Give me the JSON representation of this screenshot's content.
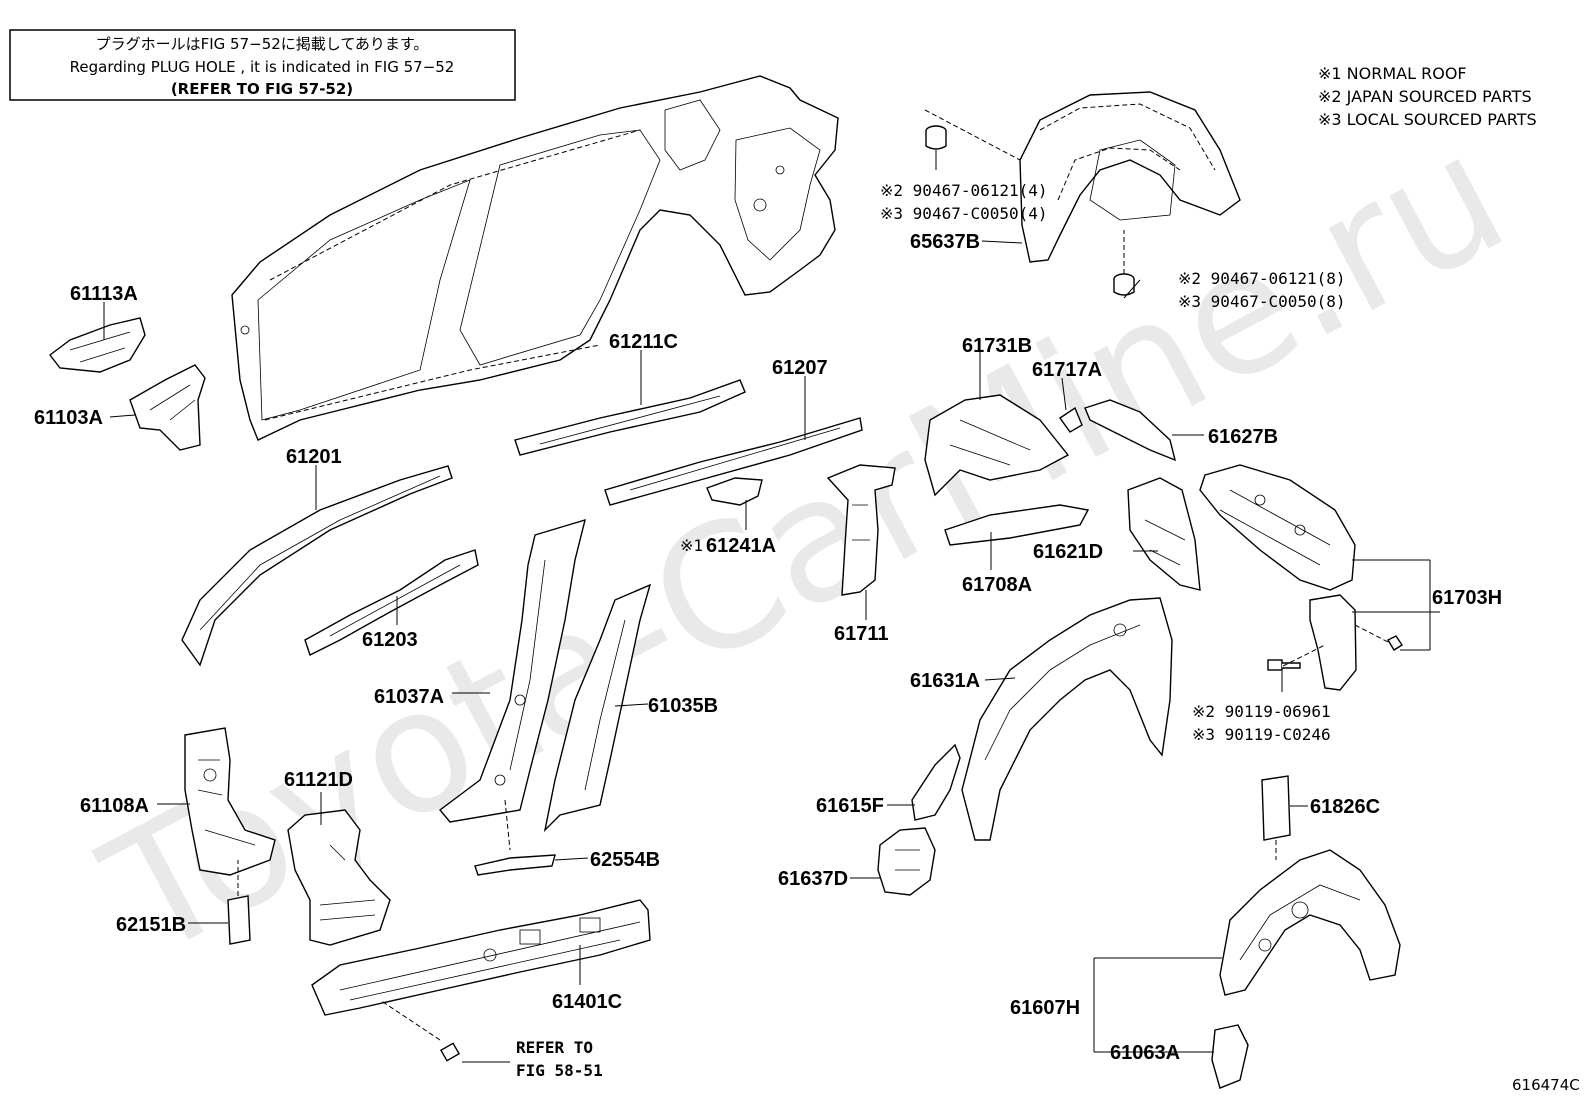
{
  "watermark": "Toyota-CarMine.ru",
  "note_box": {
    "line1": "プラグホールはFIG 57−52に掲載してあります。",
    "line2": "Regarding PLUG HOLE , it is indicated in FIG 57−52",
    "line3": "(REFER TO FIG 57-52)"
  },
  "legend": [
    "※1 NORMAL ROOF",
    "※2 JAPAN SOURCED PARTS",
    "※3 LOCAL SOURCED PARTS"
  ],
  "fasteners": {
    "clip_top_a": "※2 90467-06121(4)",
    "clip_top_b": "※3 90467-C0050(4)",
    "clip_low_a": "※2 90467-06121(8)",
    "clip_low_b": "※3 90467-C0050(8)",
    "bolt_a": "※2 90119-06961",
    "bolt_b": "※3 90119-C0246"
  },
  "parts": {
    "p65637B": "65637B",
    "p61113A": "61113A",
    "p61103A": "61103A",
    "p61211C": "61211C",
    "p61207": "61207",
    "p61731B": "61731B",
    "p61717A": "61717A",
    "p61627B": "61627B",
    "p61201": "61201",
    "p61241A": "61241A",
    "p61241A_mark": "※1",
    "p61621D": "61621D",
    "p61708A": "61708A",
    "p61703H": "61703H",
    "p61203": "61203",
    "p61711": "61711",
    "p61631A": "61631A",
    "p61037A": "61037A",
    "p61035B": "61035B",
    "p61108A": "61108A",
    "p61121D": "61121D",
    "p61615F": "61615F",
    "p61826C": "61826C",
    "p61637D": "61637D",
    "p62554B": "62554B",
    "p62151B": "62151B",
    "p61401C": "61401C",
    "p61607H": "61607H",
    "p61063A": "61063A"
  },
  "refer": {
    "line1": "REFER TO",
    "line2": "FIG 58-51"
  },
  "figure_code": "616474C"
}
